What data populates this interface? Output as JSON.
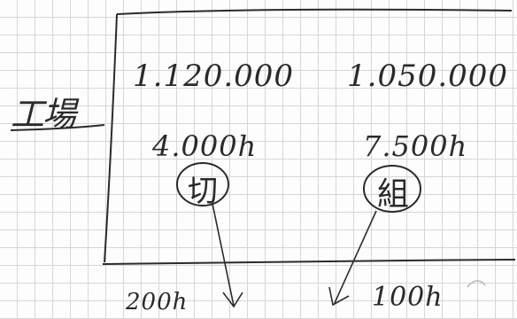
{
  "notes": {
    "side_label": "工場",
    "left_amount": "1.120.000",
    "right_amount": "1.050.000",
    "left_hours": "4.000h",
    "right_hours": "7.500h",
    "left_dept": "切",
    "right_dept": "組",
    "bottom_left": "200h",
    "bottom_right": "100h"
  },
  "colors": {
    "ink": "#2a2a2a",
    "grid": "#d6d6d6",
    "paper": "#fdfdfd"
  }
}
